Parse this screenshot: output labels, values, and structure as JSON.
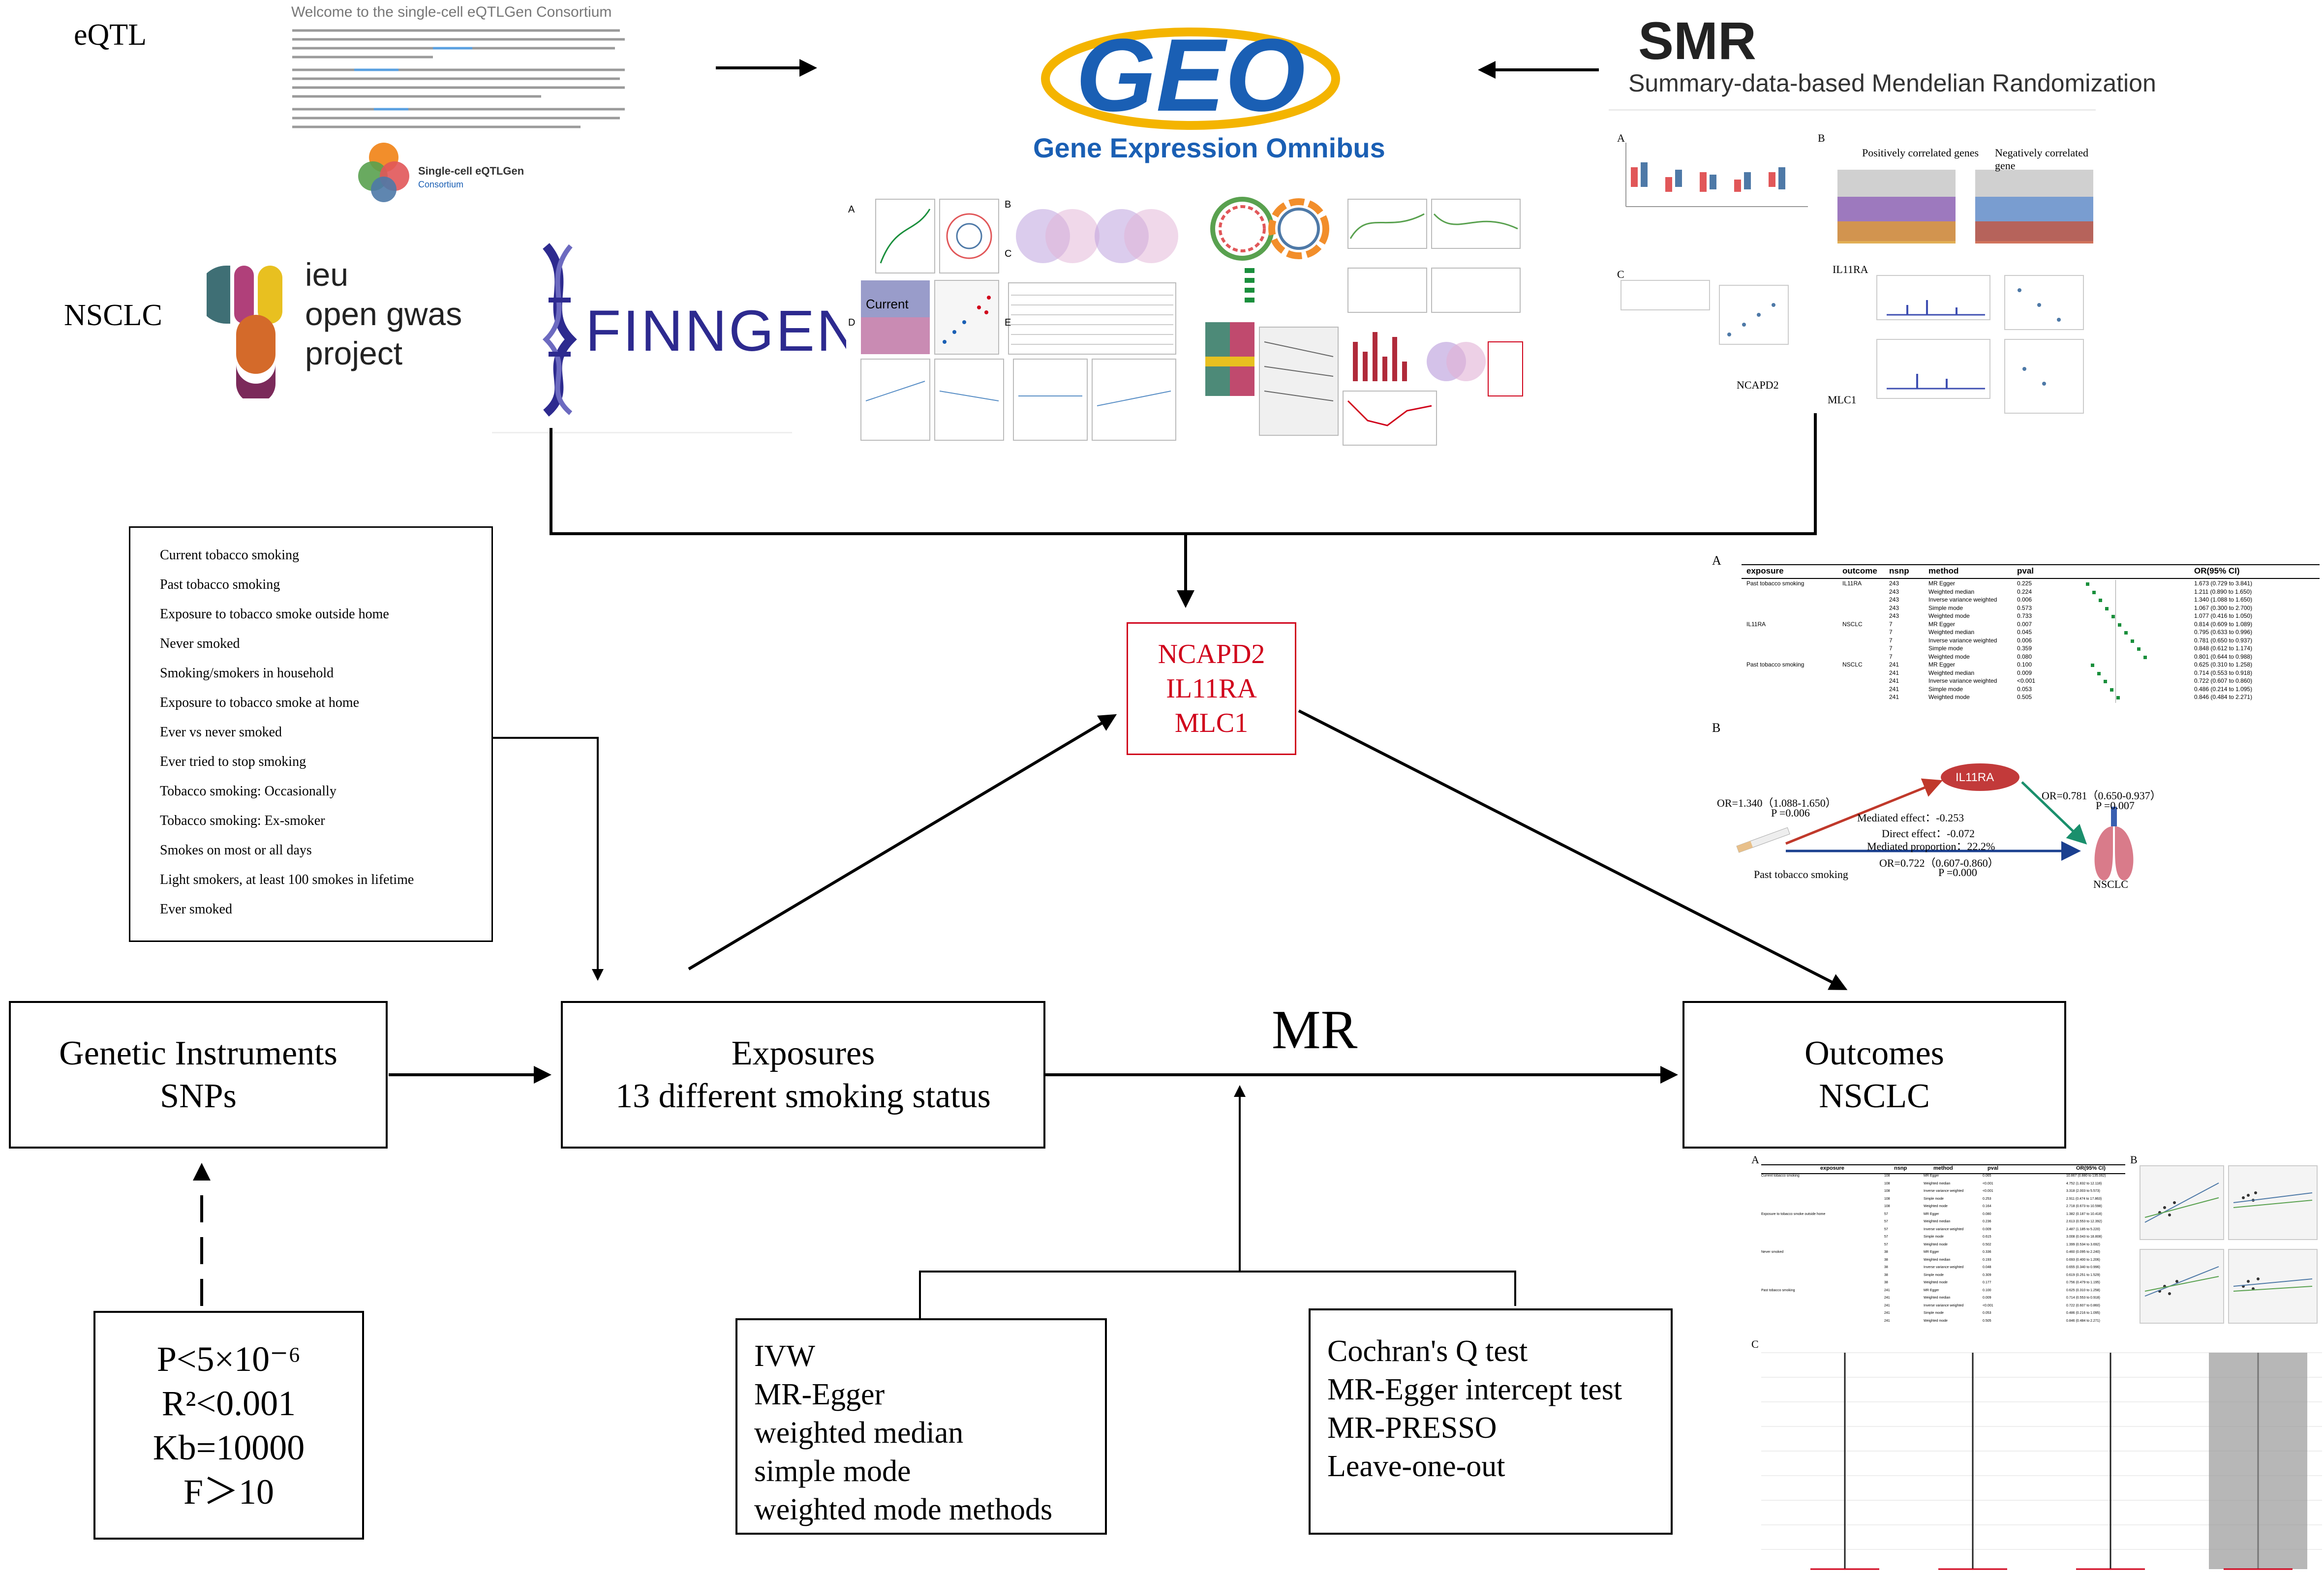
{
  "colors": {
    "accent_red": "#d0021b",
    "geo_blue": "#1a5fb4",
    "geo_yellow": "#f4b400",
    "finngen_blue": "#2d2a8f"
  },
  "top": {
    "eqtl_label": "eQTL",
    "nsclc_label": "NSCLC",
    "eqtl_site_heading": "Welcome to the single-cell eQTLGen Consortium",
    "eqtl_logo_text": "Single-cell eQTLGen",
    "eqtl_logo_sub": "Consortium",
    "ieu_line1": "ieu",
    "ieu_line2": "open gwas",
    "ieu_line3": "project",
    "finngen_text": "FINNGEN",
    "geo_logo_text": "GEO",
    "geo_subtitle": "Gene Expression Omnibus",
    "smr_title": "SMR",
    "smr_subtitle": "Summary-data-based Mendelian Randomization"
  },
  "thumbs": {
    "geo_panel_a": "A",
    "geo_panel_b": "B",
    "geo_panel_c": "C",
    "geo_panel_d": "D",
    "geo_panel_e": "E",
    "geo_current": "Current",
    "smr_panel_a": "A",
    "smr_panel_b": "B",
    "smr_panel_c": "C",
    "smr_pos_corr": "Positively correlated genes",
    "smr_neg_corr": "Negatively correlated gene",
    "smr_il11ra": "IL11RA",
    "smr_ncapd2": "NCAPD2",
    "smr_mlc1": "MLC1",
    "res_panel_a": "A",
    "res_panel_b": "B",
    "res_panel_c": "C"
  },
  "smoking_list": [
    "Current tobacco smoking",
    "Past tobacco smoking",
    "Exposure to tobacco smoke outside home",
    "Never smoked",
    "Smoking/smokers in household",
    "Exposure to tobacco smoke at home",
    "Ever vs never smoked",
    "Ever tried to stop smoking",
    "Tobacco smoking: Occasionally",
    "Tobacco smoking: Ex-smoker",
    "Smokes on most or all days",
    "Light smokers, at least 100 smokes in lifetime",
    "Ever smoked"
  ],
  "genes": [
    "NCAPD2",
    "IL11RA",
    "MLC1"
  ],
  "boxes": {
    "genetic_line1": "Genetic Instruments",
    "genetic_line2": "SNPs",
    "exposures_line1": "Exposures",
    "exposures_line2": "13 different smoking status",
    "outcomes_line1": "Outcomes",
    "outcomes_line2": "NSCLC",
    "mr_label": "MR"
  },
  "criteria": [
    "P<5×10⁻⁶",
    "R²<0.001",
    "Kb=10000",
    "F＞10"
  ],
  "methods": [
    "IVW",
    "MR-Egger",
    "weighted median",
    "simple mode",
    "weighted mode methods"
  ],
  "tests": [
    "Cochran's Q test",
    "MR-Egger intercept test",
    "MR-PRESSO",
    "Leave-one-out"
  ],
  "forest_a": {
    "panel": "A",
    "headers": [
      "exposure",
      "outcome",
      "nsnp",
      "method",
      "pval",
      "OR(95% CI)"
    ],
    "rows": [
      [
        "Past tobacco smoking",
        "IL11RA",
        "243",
        "MR Egger",
        "0.225",
        "1.673 (0.729 to 3.841)"
      ],
      [
        "",
        "",
        "243",
        "Weighted median",
        "0.224",
        "1.211 (0.890 to 1.650)"
      ],
      [
        "",
        "",
        "243",
        "Inverse variance weighted",
        "0.006",
        "1.340 (1.088 to 1.650)"
      ],
      [
        "",
        "",
        "243",
        "Simple mode",
        "0.573",
        "1.067 (0.300 to 2.700)"
      ],
      [
        "",
        "",
        "243",
        "Weighted mode",
        "0.733",
        "1.077 (0.416 to 1.050)"
      ],
      [
        "IL11RA",
        "NSCLC",
        "7",
        "MR Egger",
        "0.007",
        "0.814 (0.609 to 1.089)"
      ],
      [
        "",
        "",
        "7",
        "Weighted median",
        "0.045",
        "0.795 (0.633 to 0.996)"
      ],
      [
        "",
        "",
        "7",
        "Inverse variance weighted",
        "0.006",
        "0.781 (0.650 to 0.937)"
      ],
      [
        "",
        "",
        "7",
        "Simple mode",
        "0.359",
        "0.848 (0.612 to 1.174)"
      ],
      [
        "",
        "",
        "7",
        "Weighted mode",
        "0.080",
        "0.801 (0.644 to 0.988)"
      ],
      [
        "Past tobacco smoking",
        "NSCLC",
        "241",
        "MR Egger",
        "0.100",
        "0.625 (0.310 to 1.258)"
      ],
      [
        "",
        "",
        "241",
        "Weighted median",
        "0.009",
        "0.714 (0.553 to 0.918)"
      ],
      [
        "",
        "",
        "241",
        "Inverse variance weighted",
        "<0.001",
        "0.722 (0.607 to 0.860)"
      ],
      [
        "",
        "",
        "241",
        "Simple mode",
        "0.053",
        "0.486 (0.214 to 1.095)"
      ],
      [
        "",
        "",
        "241",
        "Weighted mode",
        "0.505",
        "0.846 (0.484 to 2.271)"
      ]
    ]
  },
  "mediation": {
    "panel": "B",
    "mediator": "IL11RA",
    "left_or": "OR=1.340（1.088-1.650）",
    "left_p": "P =0.006",
    "right_or": "OR=0.781（0.650-0.937）",
    "right_p": "P =0.007",
    "mediated_effect": "Mediated effect：-0.253",
    "direct_effect": "Direct effect：-0.072",
    "mediated_proportion": "Mediated proportion：22.2%",
    "bottom_or": "OR=0.722（0.607-0.860）",
    "bottom_p": "P =0.000",
    "exposure_label": "Past tobacco smoking",
    "outcome_label": "NSCLC"
  },
  "bottom_table": {
    "headers": [
      "exposure",
      "nsnp",
      "method",
      "pval",
      "OR(95% CI)"
    ],
    "rows": [
      [
        "Current tobacco smoking",
        "108",
        "MR Egger",
        "0.065",
        "10.867 (0.880 to 135.062)"
      ],
      [
        "",
        "108",
        "Weighted median",
        "<0.001",
        "4.752 (1.832 to 12.118)"
      ],
      [
        "",
        "108",
        "Inverse variance weighted",
        "<0.001",
        "3.318 (2.003 to 5.573)"
      ],
      [
        "",
        "108",
        "Simple mode",
        "0.253",
        "2.911 (0.474 to 17.863)"
      ],
      [
        "",
        "108",
        "Weighted mode",
        "0.164",
        "2.718 (0.673 to 10.598)"
      ],
      [
        "Exposure to tobacco smoke outside home",
        "57",
        "MR Egger",
        "0.080",
        "1.382 (0.187 to 10.418)"
      ],
      [
        "",
        "57",
        "Weighted median",
        "0.236",
        "2.613 (0.553 to 12.392)"
      ],
      [
        "",
        "57",
        "Inverse variance weighted",
        "0.009",
        "2.487 (1.185 to 5.220)"
      ],
      [
        "",
        "57",
        "Simple mode",
        "0.615",
        "3.008 (0.043 to 18.808)"
      ],
      [
        "",
        "57",
        "Weighted mode",
        "0.502",
        "1.399 (0.534 to 3.692)"
      ],
      [
        "Never smoked",
        "38",
        "MR Egger",
        "0.336",
        "0.460 (0.095 to 2.240)"
      ],
      [
        "",
        "38",
        "Weighted median",
        "0.193",
        "0.693 (0.400 to 1.206)"
      ],
      [
        "",
        "38",
        "Inverse variance weighted",
        "0.048",
        "0.655 (0.340 to 0.996)"
      ],
      [
        "",
        "38",
        "Simple mode",
        "0.309",
        "0.619 (0.251 to 1.529)"
      ],
      [
        "",
        "38",
        "Weighted mode",
        "0.177",
        "0.756 (0.479 to 1.195)"
      ],
      [
        "Past tobacco smoking",
        "241",
        "MR Egger",
        "0.100",
        "0.625 (0.310 to 1.258)"
      ],
      [
        "",
        "241",
        "Weighted median",
        "0.009",
        "0.714 (0.553 to 0.918)"
      ],
      [
        "",
        "241",
        "Inverse variance weighted",
        "<0.001",
        "0.722 (0.607 to 0.860)"
      ],
      [
        "",
        "241",
        "Simple mode",
        "0.053",
        "0.486 (0.216 to 1.095)"
      ],
      [
        "",
        "241",
        "Weighted mode",
        "0.505",
        "0.846 (0.484 to 2.271)"
      ]
    ]
  }
}
